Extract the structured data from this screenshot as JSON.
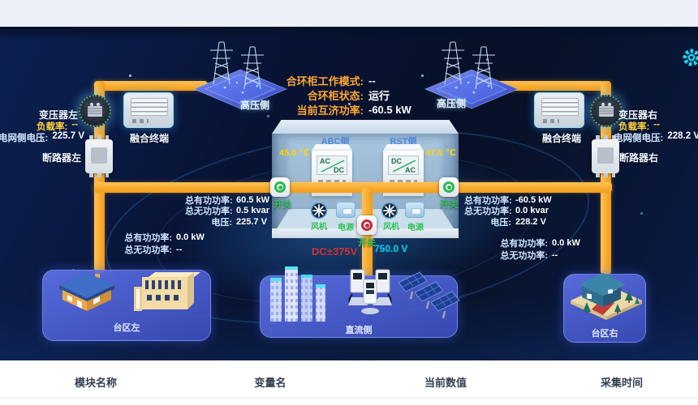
{
  "status": {
    "rows": [
      {
        "label": "合环柜工作模式:",
        "value": "--"
      },
      {
        "label": "合环柜状态:",
        "value": "运行"
      },
      {
        "label": "当前互济功率:",
        "value": "-60.5 kW"
      }
    ]
  },
  "pylon": {
    "left_label": "高压侧",
    "right_label": "高压侧"
  },
  "left": {
    "transformer": "变压器左",
    "load_label": "负载率:",
    "load_value": "--",
    "grid_label": "电网侧电压:",
    "grid_value": "225.7 V",
    "breaker": "断路器左",
    "terminal": "融合终端"
  },
  "right": {
    "transformer": "变压器右",
    "load_label": "负载率:",
    "load_value": "--",
    "grid_label": "电网侧电压:",
    "grid_value": "228.2 V",
    "breaker": "断路器右",
    "terminal": "融合终端"
  },
  "cabinet": {
    "abc": "ABC侧",
    "rst": "RST侧",
    "temp_left": "45.0 ℃",
    "temp_right": "47.0 ℃",
    "conv_left_a": "AC",
    "conv_left_b": "DC",
    "conv_right_a": "DC",
    "conv_right_b": "AC",
    "fan": "风机",
    "power": "电源",
    "switch": "开关"
  },
  "dc": {
    "switch": "开关",
    "bus": "DC±375V",
    "voltage": "750.0 V"
  },
  "metrics": {
    "left_top": {
      "rows": [
        {
          "label": "总有功功率:",
          "value": "60.5 kW"
        },
        {
          "label": "总无功功率:",
          "value": "0.5 kvar"
        },
        {
          "label": "电压:",
          "value": "225.7 V"
        }
      ]
    },
    "left_bottom": {
      "rows": [
        {
          "label": "总有功功率:",
          "value": "0.0 kW"
        },
        {
          "label": "总无功功率:",
          "value": "--"
        }
      ]
    },
    "right_top": {
      "rows": [
        {
          "label": "总有功功率:",
          "value": "-60.5 kW"
        },
        {
          "label": "总无功功率:",
          "value": "0.0 kvar"
        },
        {
          "label": "电压:",
          "value": "228.2 V"
        }
      ]
    },
    "right_bottom": {
      "rows": [
        {
          "label": "总有功功率:",
          "value": "0.0 kW"
        },
        {
          "label": "总无功功率:",
          "value": "--"
        }
      ]
    }
  },
  "cards": {
    "left": "台区左",
    "center": "直流侧",
    "right": "台区右"
  },
  "table": {
    "headers": [
      "模块名称",
      "变量名",
      "当前数值",
      "采集时间"
    ]
  },
  "colors": {
    "accent_orange": "#F5A028",
    "yellow": "#FFD23E",
    "cyan": "#00D9F5",
    "red": "#D32F2F",
    "green": "#2FC257",
    "panel_navy": "#081334"
  }
}
